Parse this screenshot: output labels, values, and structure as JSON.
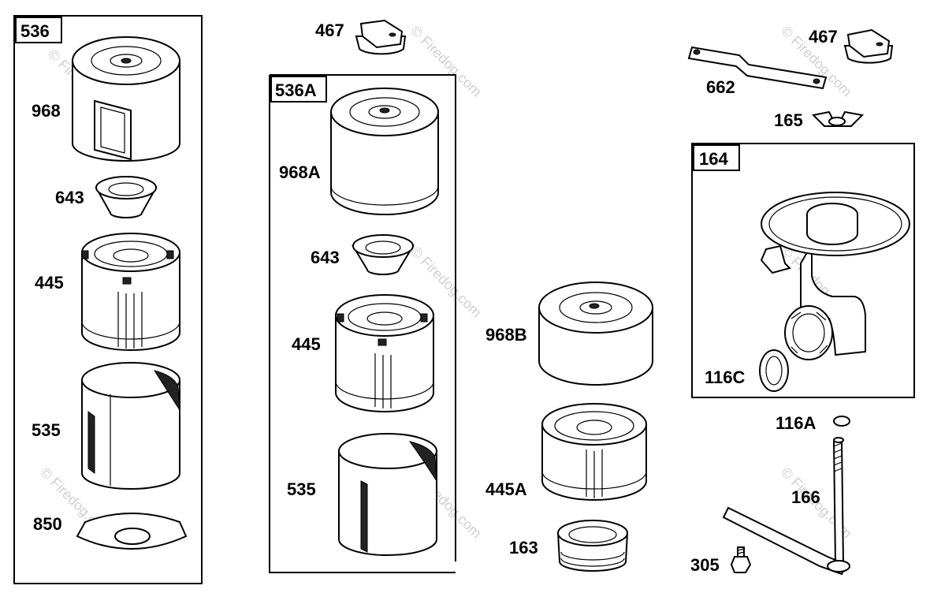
{
  "watermark": "© Firedog.com",
  "groups": {
    "g536": "536",
    "g536A": "536A",
    "g164": "164"
  },
  "labels": {
    "l968": "968",
    "l643a": "643",
    "l445a": "445",
    "l535a": "535",
    "l850": "850",
    "l467a": "467",
    "l968A": "968A",
    "l643b": "643",
    "l445b": "445",
    "l535b": "535",
    "l968B": "968B",
    "l445A": "445A",
    "l163": "163",
    "l662": "662",
    "l467b": "467",
    "l165": "165",
    "l116C": "116C",
    "l116A": "116A",
    "l166": "166",
    "l305": "305"
  }
}
